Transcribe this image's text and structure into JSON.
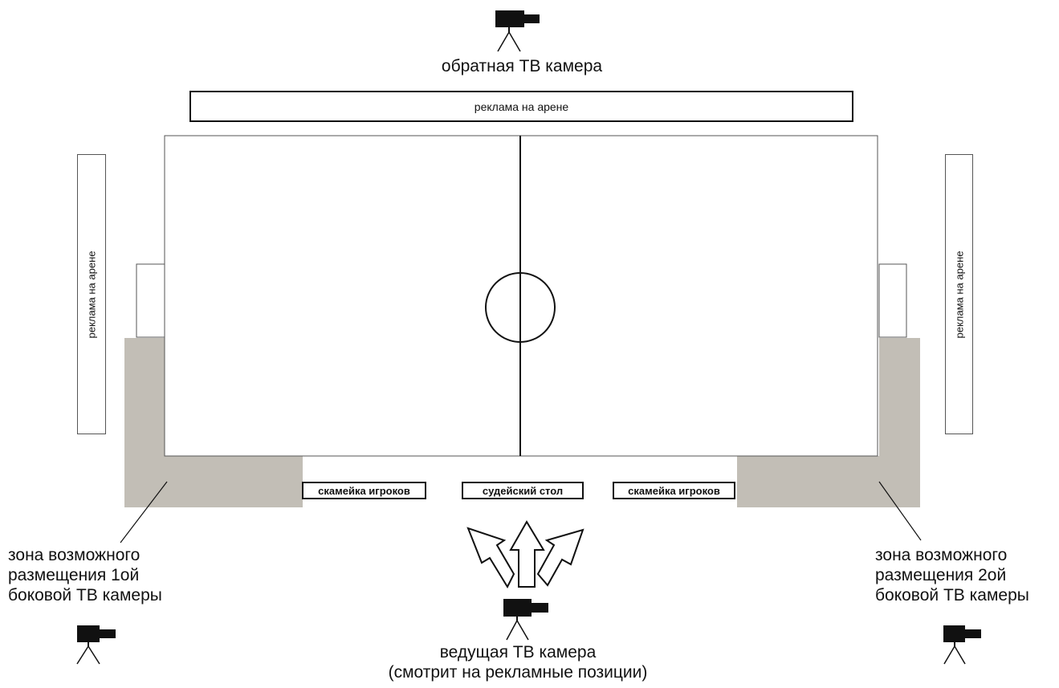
{
  "diagram": {
    "top_camera_label": "обратная ТВ камера",
    "top_ad_label": "реклама на арене",
    "left_ad_label": "реклама на арене",
    "right_ad_label": "реклама на арене",
    "bench_left_label": "скамейка игроков",
    "judges_table_label": "судейский стол",
    "bench_right_label": "скамейка игроков",
    "left_zone_label": [
      "зона возможного",
      "размещения 1ой",
      "боковой ТВ камеры"
    ],
    "right_zone_label": [
      "зона возможного",
      "размещения 2ой",
      "боковой ТВ камеры"
    ],
    "main_camera_label": [
      "ведущая ТВ камера",
      "(смотрит на рекламные позиции)"
    ],
    "zone_color": "#c2beb6",
    "line_color": "#111111"
  }
}
